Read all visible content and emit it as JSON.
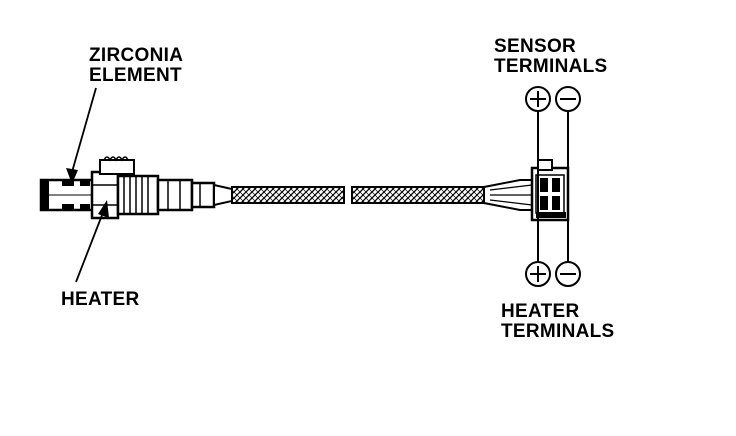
{
  "labels": {
    "zirconia_line1": "ZIRCONIA",
    "zirconia_line2": "ELEMENT",
    "heater": "HEATER",
    "sensor_line1": "SENSOR",
    "sensor_line2": "TERMINALS",
    "heater_terms_line1": "HEATER",
    "heater_terms_line2": "TERMINALS"
  },
  "colors": {
    "ink": "#000000",
    "background": "#ffffff"
  }
}
